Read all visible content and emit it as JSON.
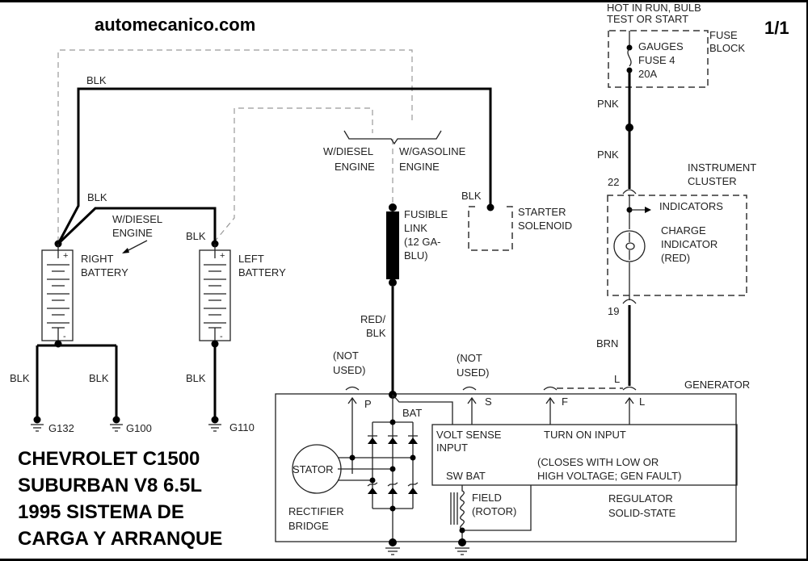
{
  "header": {
    "site": "automecanico.com",
    "page": "1/1"
  },
  "title_lines": [
    "CHEVROLET C1500",
    "SUBURBAN V8 6.5L",
    "1995 SISTEMA DE",
    "CARGA Y ARRANQUE"
  ],
  "wires": {
    "blk_top": "BLK",
    "blk_mid": "BLK",
    "blk_left_batt": "BLK",
    "blk_starter": "BLK",
    "blk_g132": "BLK",
    "blk_g100": "BLK",
    "blk_g110": "BLK",
    "pnk_1": "PNK",
    "pnk_2": "PNK",
    "red_blk_1": "RED/",
    "red_blk_2": "BLK",
    "brn": "BRN"
  },
  "notes": {
    "diesel_engine_1": "W/DIESEL",
    "diesel_engine_2": "ENGINE",
    "brace_diesel_1": "W/DIESEL",
    "brace_diesel_2": "ENGINE",
    "brace_gas_1": "W/GASOLINE",
    "brace_gas_2": "ENGINE",
    "hot_1": "HOT IN RUN, BULB",
    "hot_2": "TEST OR START",
    "not_used_p_1": "(NOT",
    "not_used_p_2": "USED)",
    "not_used_s_1": "(NOT",
    "not_used_s_2": "USED)"
  },
  "components": {
    "right_battery": [
      "RIGHT",
      "BATTERY"
    ],
    "left_battery": [
      "LEFT",
      "BATTERY"
    ],
    "starter": [
      "STARTER",
      "SOLENOID"
    ],
    "fusible_link": [
      "FUSIBLE",
      "LINK",
      "(12 GA-",
      "BLU)"
    ],
    "fuse_block": [
      "FUSE",
      "BLOCK"
    ],
    "fuse": [
      "GAUGES",
      "FUSE 4",
      "20A"
    ],
    "instrument_cluster": [
      "INSTRUMENT",
      "CLUSTER"
    ],
    "indicators": "INDICATORS",
    "charge_indicator": [
      "CHARGE",
      "INDICATOR",
      "(RED)"
    ],
    "generator": "GENERATOR",
    "stator": "STATOR",
    "rectifier": [
      "RECTIFIER",
      "BRIDGE"
    ],
    "volt_sense": [
      "VOLT SENSE",
      "INPUT"
    ],
    "sw_bat": "SW BAT",
    "turn_on": "TURN ON INPUT",
    "closes": [
      "(CLOSES WITH LOW OR",
      "HIGH VOLTAGE; GEN FAULT)"
    ],
    "field": [
      "FIELD",
      "(ROTOR)"
    ],
    "regulator": [
      "REGULATOR",
      "SOLID-STATE"
    ]
  },
  "grounds": [
    "G132",
    "G100",
    "G110"
  ],
  "pins": {
    "cluster_in": "22",
    "cluster_out": "19",
    "p": "P",
    "s": "S",
    "f": "F",
    "l": "L",
    "l_top": "L",
    "bat": "BAT"
  }
}
